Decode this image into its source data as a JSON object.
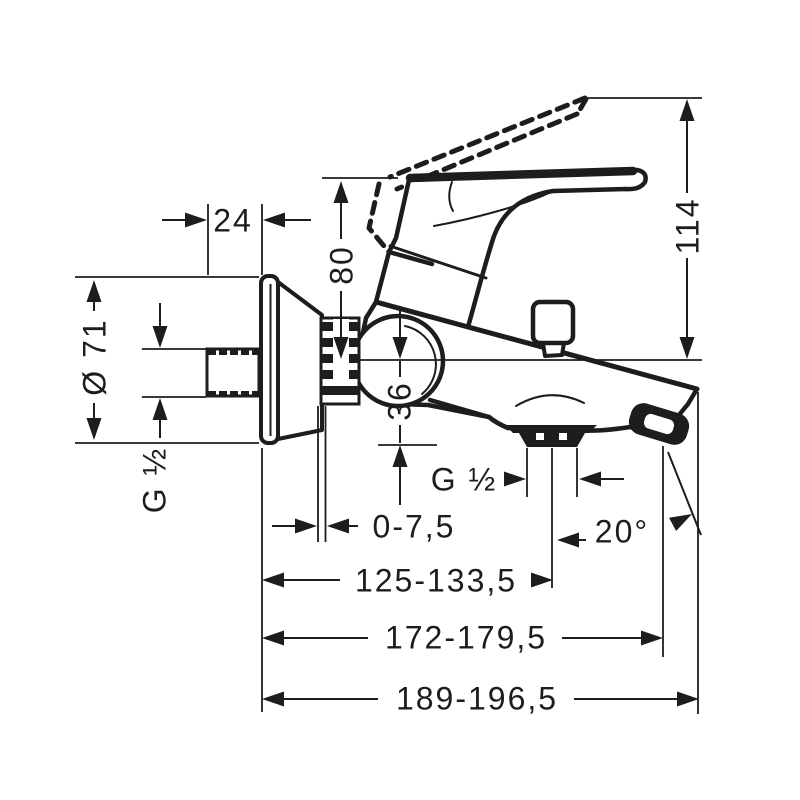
{
  "drawing": {
    "ink": "#1d1d1b",
    "background": "#ffffff",
    "type": "technical-dimension-drawing",
    "subject": "wall-mounted bath mixer faucet, side view",
    "dimensions": {
      "nipple_length": "24",
      "body_height": "80",
      "total_height": "114",
      "escutcheon_diameter": "Ø 71",
      "wall_thread": "G ½",
      "outlet_drop": "36",
      "adjust_range": "0-7,5",
      "outlet_thread": "G ½",
      "outlet_angle": "20°",
      "reach_outlet": "125-133,5",
      "reach_shower_outlet": "172-179,5",
      "reach_total": "189-196,5"
    }
  }
}
